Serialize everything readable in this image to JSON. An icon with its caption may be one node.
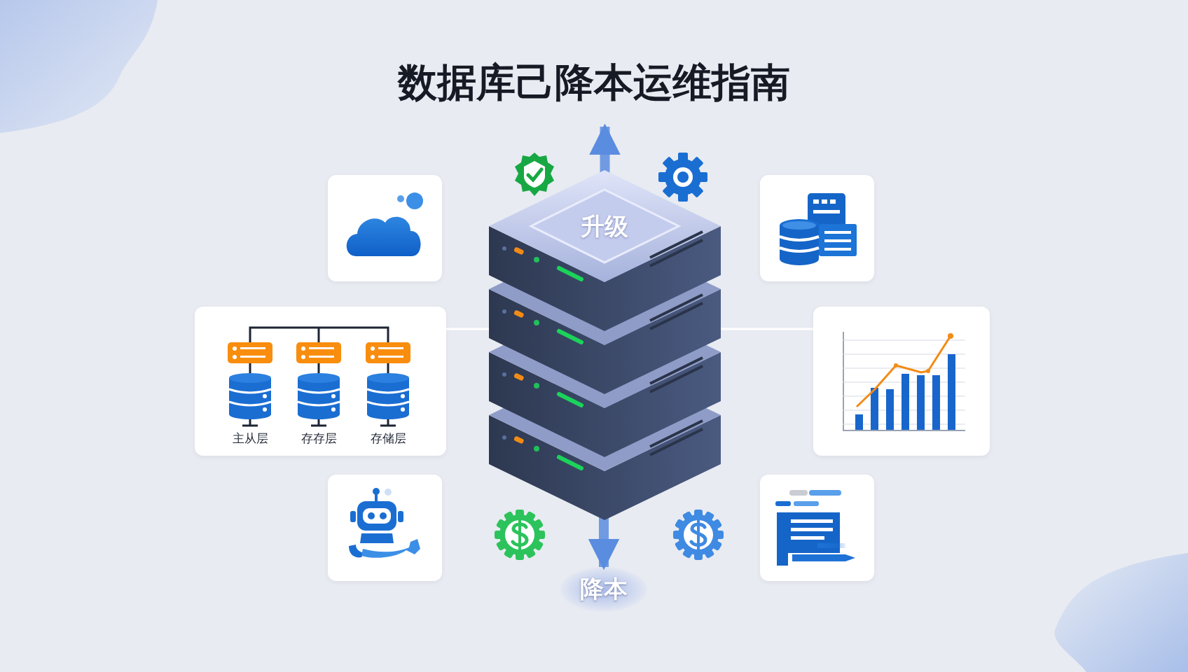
{
  "diagram": {
    "title": "数据库己降本运维指南",
    "nodes": [
      {
        "text": [],
        "shape": "picture"
      },
      {
        "text": [
          "升级"
        ]
      },
      {
        "text": [],
        "shape": "picture"
      },
      {
        "text": [
          "主从层",
          "存存层",
          "存储层"
        ]
      },
      {
        "text": [],
        "shape": "picture"
      },
      {
        "text": [],
        "shape": "picture"
      },
      {
        "text": [
          "降本"
        ]
      },
      {
        "text": [],
        "shape": "picture"
      }
    ],
    "edges": [
      {
        "from": 1,
        "to": null,
        "arrow": "to",
        "style": "thick",
        "color": "#5a8de0"
      },
      {
        "from": 1,
        "to": 6,
        "arrow": "to",
        "style": "thick",
        "color": "#5a8de0"
      },
      {
        "from": 3,
        "to": 1,
        "arrow": "none",
        "color": "#ffffff"
      },
      {
        "from": 1,
        "to": 4,
        "arrow": "none",
        "color": "#ffffff"
      }
    ]
  }
}
